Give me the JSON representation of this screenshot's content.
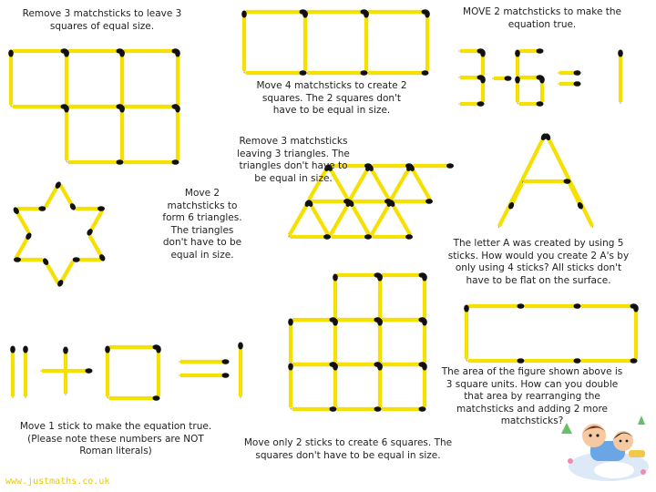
{
  "puzzles": {
    "p1": "Remove 3 matchsticks to leave 3 squares of equal size.",
    "p2": "Move 4 matchsticks to create 2 squares. The 2 squares don't have to be equal in size.",
    "p3": "MOVE 2 matchsticks to make the equation true.",
    "p4": "Move 2 matchsticks to form 6 triangles. The triangles don't have to be equal in size.",
    "p5": "Remove 3 matchsticks leaving 3 triangles. The triangles don't have to be equal in size.",
    "p6": "The letter A was created by using 5 sticks. How would you create 2 A's by only using 4 sticks? All sticks don't have to be flat on the surface.",
    "p7": "The area of the figure shown above is 3 square units. How can you double that area by rearranging the matchsticks and adding 2 more matchsticks?",
    "p8": "Move 1 stick to make the equation true. (Please note these numbers are NOT Roman literals)",
    "p9": "Move only 2 sticks to create 6 squares. The squares don't have to be equal in size."
  },
  "credit": "www.justmaths.co.uk",
  "colors": {
    "stick": "#f5e000",
    "stick_edge": "#8a7a00",
    "head": "#111111"
  }
}
